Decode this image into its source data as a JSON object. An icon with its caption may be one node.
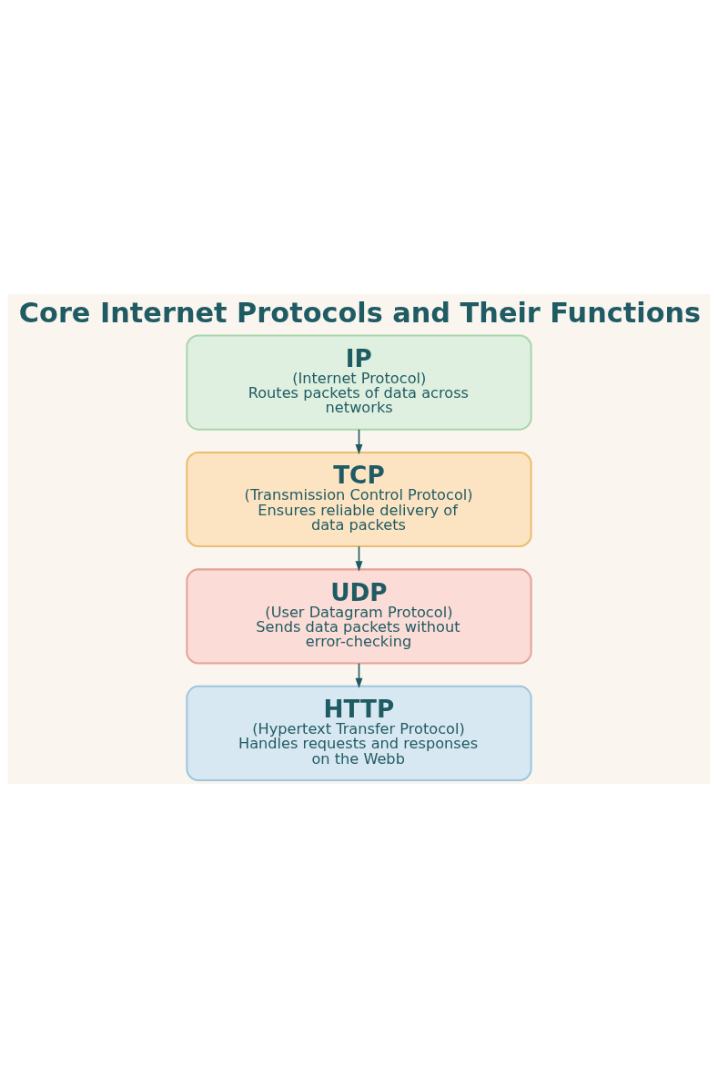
{
  "diagram": {
    "title": "Core Internet Protocols and Their Functions",
    "nodes": [
      {
        "text": [
          "IP",
          "(Internet Protocol)",
          "Routes packets of data across networks"
        ]
      },
      {
        "text": [
          "TCP",
          "(Transmission Control Protocol)",
          "Ensures reliable delivery of data packets"
        ]
      },
      {
        "text": [
          "UDP",
          "(User Datagram Protocol)",
          "Sends data packets without error-checking"
        ]
      },
      {
        "text": [
          "HTTP",
          "(Hypertext Transfer Protocol)",
          "Handles requests and responses on the Webb"
        ]
      }
    ],
    "edges": [
      {
        "from": 0,
        "to": 1,
        "arrow": "to"
      },
      {
        "from": 1,
        "to": 2,
        "arrow": "to"
      },
      {
        "from": 2,
        "to": 3,
        "arrow": "to"
      }
    ]
  }
}
